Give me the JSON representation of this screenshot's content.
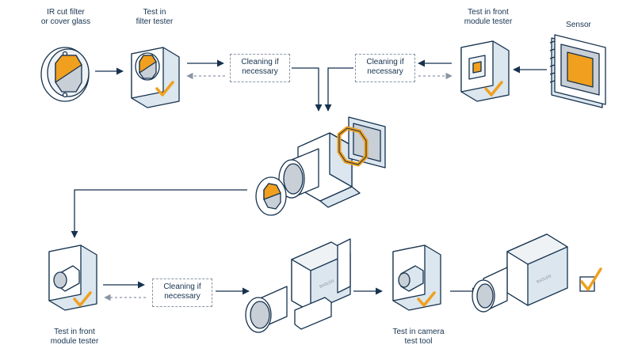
{
  "colors": {
    "ink": "#16324f",
    "accent": "#f0a01e",
    "panel": "#dbe6ee",
    "glass": "#c9cfd6",
    "arrow": "#16324f",
    "dashed": "#8a95a3"
  },
  "labels": {
    "ir_filter": "IR cut filter\nor cover glass",
    "filter_tester": "Test in\nfilter tester",
    "front_tester_top": "Test in front\nmodule tester",
    "sensor": "Sensor",
    "front_tester_bottom": "Test in front\nmodule tester",
    "camera_tool": "Test in camera\ntest tool"
  },
  "boxes": {
    "clean_1": "Cleaning if\nnecessary",
    "clean_2": "Cleaning if\nnecessary",
    "clean_3": "Cleaning if\nnecessary"
  },
  "icons": {
    "ir_filter": "ir-cut-filter-icon",
    "filter_tester": "filter-tester-icon",
    "front_tester": "front-module-tester-icon",
    "sensor": "image-sensor-icon",
    "assembly": "exploded-camera-assembly-icon",
    "camera": "camera-icon",
    "check": "checkmark-icon"
  }
}
